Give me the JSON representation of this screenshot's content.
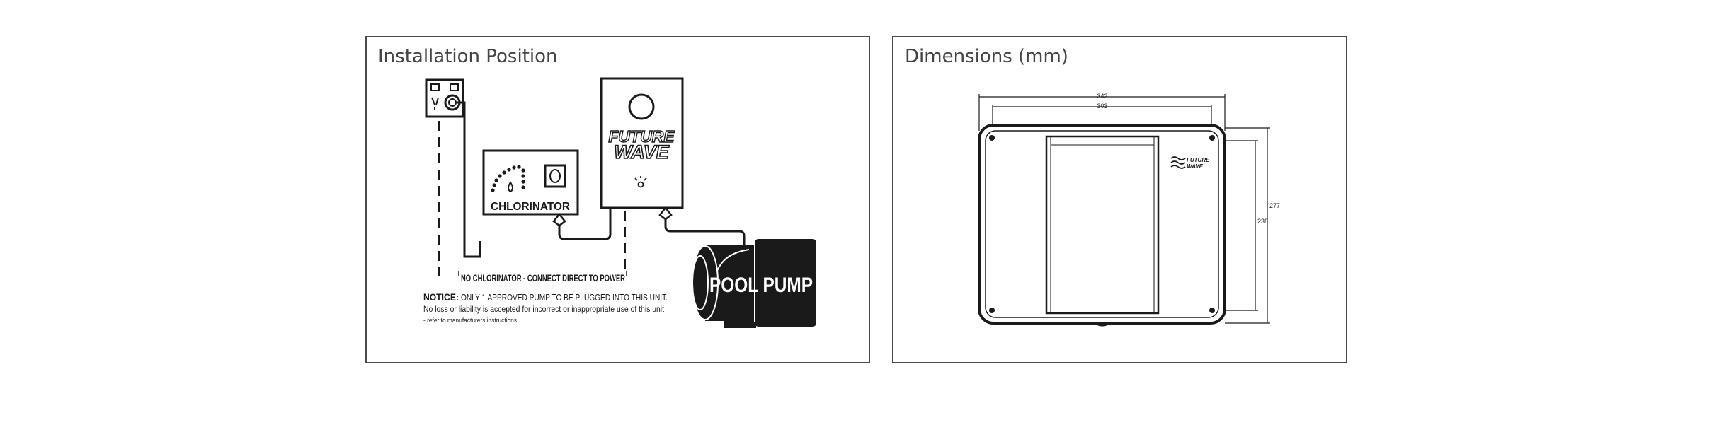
{
  "install": {
    "title": "Installation Position",
    "chlorinator_label": "CHLORINATOR",
    "brand_line1": "FUTURE",
    "brand_line2": "WAVE",
    "pump_label": "POOL PUMP",
    "no_chlor_note": "NO CHLORINATOR - CONNECT DIRECT TO POWER",
    "notice_title": "NOTICE:",
    "notice_line1": "ONLY 1 APPROVED PUMP TO BE PLUGGED INTO THIS UNIT.",
    "notice_line2": "No loss or liability is accepted for incorrect or inappropriate use of this unit",
    "notice_line3": "- refer to manufacturers instructions",
    "icons": [
      "power-outlet-icon",
      "chlorinator-icon",
      "controller-icon",
      "pool-pump-icon"
    ]
  },
  "dimensions": {
    "title": "Dimensions (mm)",
    "width_outer": "342",
    "width_inner": "303",
    "height_outer": "277",
    "height_inner": "238",
    "brand_line1": "FUTURE",
    "brand_line2": "WAVE"
  },
  "colors": {
    "border": "#4a4a4a",
    "ink": "#1a1a1a",
    "title": "#444444"
  }
}
